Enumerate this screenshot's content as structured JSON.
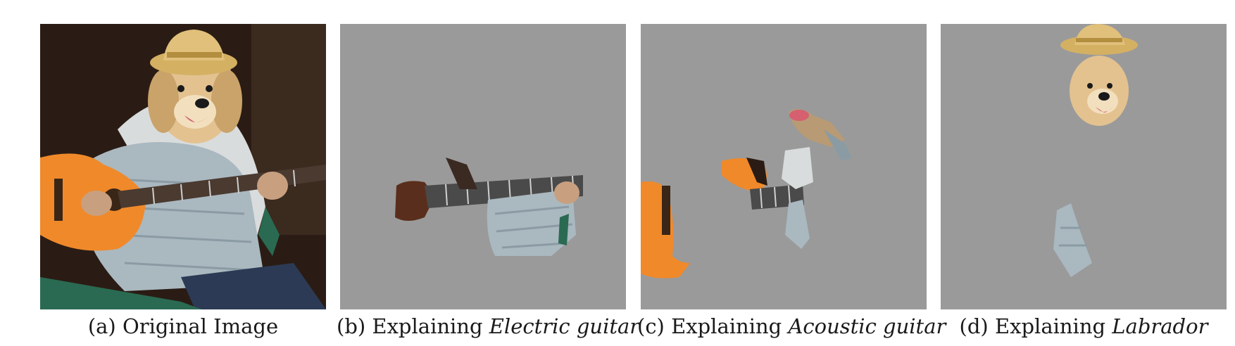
{
  "figure": {
    "panels": [
      {
        "id": "a",
        "prefix": "(a) Original Image",
        "emph": ""
      },
      {
        "id": "b",
        "prefix": "(b) Explaining ",
        "emph": "Electric guitar"
      },
      {
        "id": "c",
        "prefix": "(c) Explaining ",
        "emph": "Acoustic guitar"
      },
      {
        "id": "d",
        "prefix": "(d) Explaining ",
        "emph": "Labrador"
      }
    ]
  },
  "colors": {
    "mask_gray": "#9a9a9a",
    "guitar_orange": "#f0892a",
    "shirt_blue": "#aab8c0",
    "dog_gold": "#e3c290",
    "dark_bg": "#2a1c14"
  }
}
